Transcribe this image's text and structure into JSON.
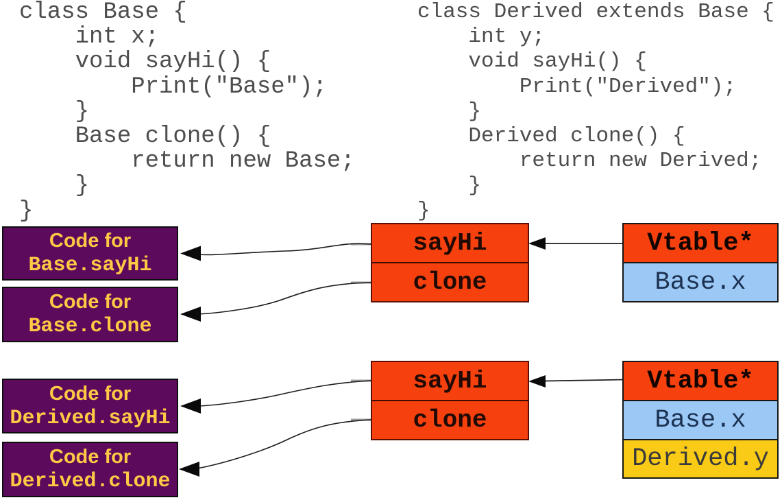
{
  "code": {
    "base": "class Base {\n    int x;\n    void sayHi() {\n        Print(\"Base\");\n    }\n    Base clone() {\n        return new Base;\n    }\n}",
    "derived": "class Derived extends Base {\n    int y;\n    void sayHi() {\n        Print(\"Derived\");\n    }\n    Derived clone() {\n        return new Derived;\n    }\n}"
  },
  "code_boxes": [
    {
      "title": "Code for",
      "name": "Base.sayHi"
    },
    {
      "title": "Code for",
      "name": "Base.clone"
    },
    {
      "title": "Code for",
      "name": "Derived.sayHi"
    },
    {
      "title": "Code for",
      "name": "Derived.clone"
    }
  ],
  "vtables": [
    {
      "rows": [
        "sayHi",
        "clone"
      ]
    },
    {
      "rows": [
        "sayHi",
        "clone"
      ]
    }
  ],
  "objects": [
    {
      "rows": [
        "Vtable*",
        "Base.x"
      ]
    },
    {
      "rows": [
        "Vtable*",
        "Base.x",
        "Derived.y"
      ]
    }
  ],
  "colors": {
    "purple_box": "#5c0a5c",
    "orange": "#f6410f",
    "field_blue": "#9cc8f6",
    "field_yellow": "#f9ca16",
    "label_yellow": "#ffc845",
    "code_text": "#4d4d4d",
    "arrow": "#1c1c1c"
  }
}
